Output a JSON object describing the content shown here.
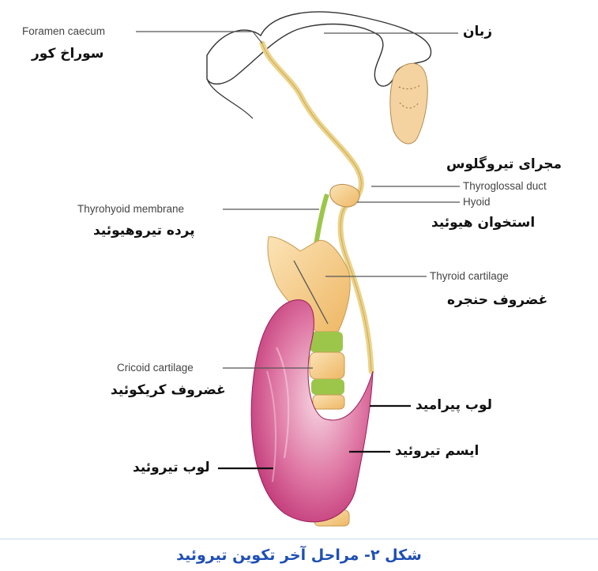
{
  "labels": {
    "foramen_caecum_en": "Foramen caecum",
    "foramen_caecum_fa": "سوراخ کور",
    "tongue_fa": "زبان",
    "thyroglossal_duct_fa": "مجرای تیروگلوس",
    "thyroglossal_duct_en": "Thyroglossal duct",
    "hyoid_en": "Hyoid",
    "hyoid_fa": "استخوان هیوئید",
    "thyrohyoid_membrane_en": "Thyrohyoid membrane",
    "thyrohyoid_membrane_fa": "پرده تیروهیوئید",
    "thyroid_cartilage_en": "Thyroid cartilage",
    "thyroid_cartilage_fa": "غضروف حنجره",
    "cricoid_cartilage_en": "Cricoid cartilage",
    "cricoid_cartilage_fa": "غضروف کریکوئید",
    "pyramidal_lobe_fa": "لوب پیرامید",
    "isthmus_fa": "ایسم تیروئید",
    "thyroid_lobe_fa": "لوب تیروئید"
  },
  "caption": "شکل ۲- مراحل آخر تکوین تیروئید",
  "colors": {
    "caption": "#1f4fb4",
    "thyroid_gland": "#c8387a",
    "cartilage": "#f3c67e",
    "duct": "#f0d890",
    "membrane": "#9cc64a",
    "leader_line": "#555555"
  }
}
